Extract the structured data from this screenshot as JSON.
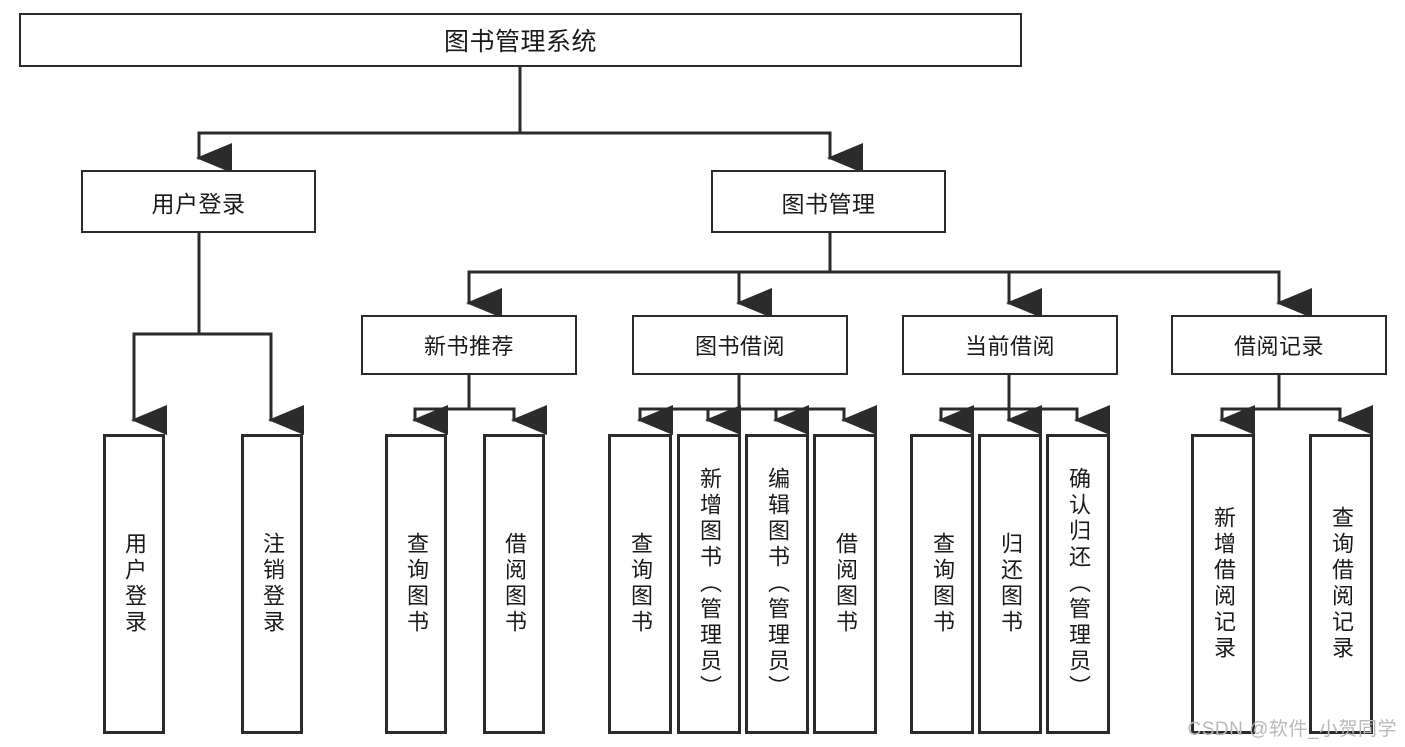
{
  "diagram": {
    "title": "图书管理系统",
    "watermark": "CSDN @软件_小贺同学",
    "line_color": "#2b2b2b",
    "box_fill": "#ffffff",
    "text_color": "#1a1a1a",
    "watermark_color": "#b9b9b9",
    "root": {
      "label": "图书管理系统"
    },
    "level2": [
      {
        "label": "用户登录"
      },
      {
        "label": "图书管理"
      }
    ],
    "level3": [
      {
        "label": "新书推荐"
      },
      {
        "label": "图书借阅"
      },
      {
        "label": "当前借阅"
      },
      {
        "label": "借阅记录"
      }
    ],
    "leaves_user_login": [
      {
        "label": "用户登录"
      },
      {
        "label": "注销登录"
      }
    ],
    "leaves_new_book": [
      {
        "label": "查询图书"
      },
      {
        "label": "借阅图书"
      }
    ],
    "leaves_borrow": [
      {
        "label": "查询图书"
      },
      {
        "label": "新增图书（管理员）"
      },
      {
        "label": "编辑图书（管理员）"
      },
      {
        "label": "借阅图书"
      }
    ],
    "leaves_current": [
      {
        "label": "查询图书"
      },
      {
        "label": "归还图书"
      },
      {
        "label": "确认归还（管理员）"
      }
    ],
    "leaves_record": [
      {
        "label": "新增借阅记录"
      },
      {
        "label": "查询借阅记录"
      }
    ]
  }
}
